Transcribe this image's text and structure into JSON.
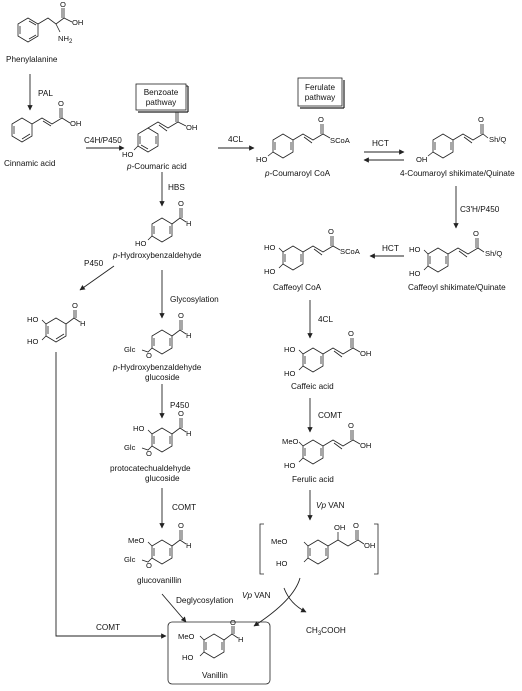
{
  "pathway_boxes": {
    "benzoate": [
      "Benzoate",
      "pathway"
    ],
    "ferulate": [
      "Ferulate",
      "pathway"
    ]
  },
  "compounds": {
    "phenylalanine": "Phenylalanine",
    "cinnamic_acid": "Cinnamic acid",
    "p_coumaric_acid": [
      "p",
      "-Coumaric acid"
    ],
    "p_coumaroyl_coa": [
      "p",
      "-Coumaroyl CoA"
    ],
    "coumaroyl_shikimate": "4-Coumaroyl shikimate/Quinate",
    "caffeoyl_shikimate": "Caffeoyl shikimate/Quinate",
    "caffeoyl_coa": "Caffeoyl CoA",
    "caffeic_acid": "Caffeic acid",
    "ferulic_acid": "Ferulic acid",
    "p_hydroxybenzaldehyde": [
      "p",
      "-Hydroxybenzaldehyde"
    ],
    "p_hydroxybenzaldehyde_glucoside": [
      "p",
      "-Hydroxybenzaldehyde",
      "glucoside"
    ],
    "protocatechualdehyde_glucoside": [
      "protocatechualdehyde",
      "glucoside"
    ],
    "glucovanillin": "glucovanillin",
    "vanillin": "Vanillin",
    "acetic_acid": [
      "CH",
      "3",
      "COOH"
    ]
  },
  "enzymes": {
    "pal": "PAL",
    "c4h": "C4H/P450",
    "fourcl_top": "4CL",
    "hct_top": "HCT",
    "c3h": "C3'H/P450",
    "hct_mid": "HCT",
    "fourcl_mid": "4CL",
    "comt_ferulate": "COMT",
    "vpvan_1": [
      "Vp",
      " VAN"
    ],
    "vpvan_2": [
      "Vp",
      " VAN"
    ],
    "hbs": "HBS",
    "glycosylation": "Glycosylation",
    "p450_left": "P450",
    "p450_benz": "P450",
    "comt_benz": "COMT",
    "deglycosylation": "Deglycosylation",
    "comt_left": "COMT"
  },
  "atoms": {
    "OH": "OH",
    "HO": "HO",
    "NH2": [
      "NH",
      "2"
    ],
    "O": "O",
    "H": "H",
    "SCoA": "SCoA",
    "ShQ": "Sh/Q",
    "Glc": "Glc",
    "MeO": "MeO"
  }
}
